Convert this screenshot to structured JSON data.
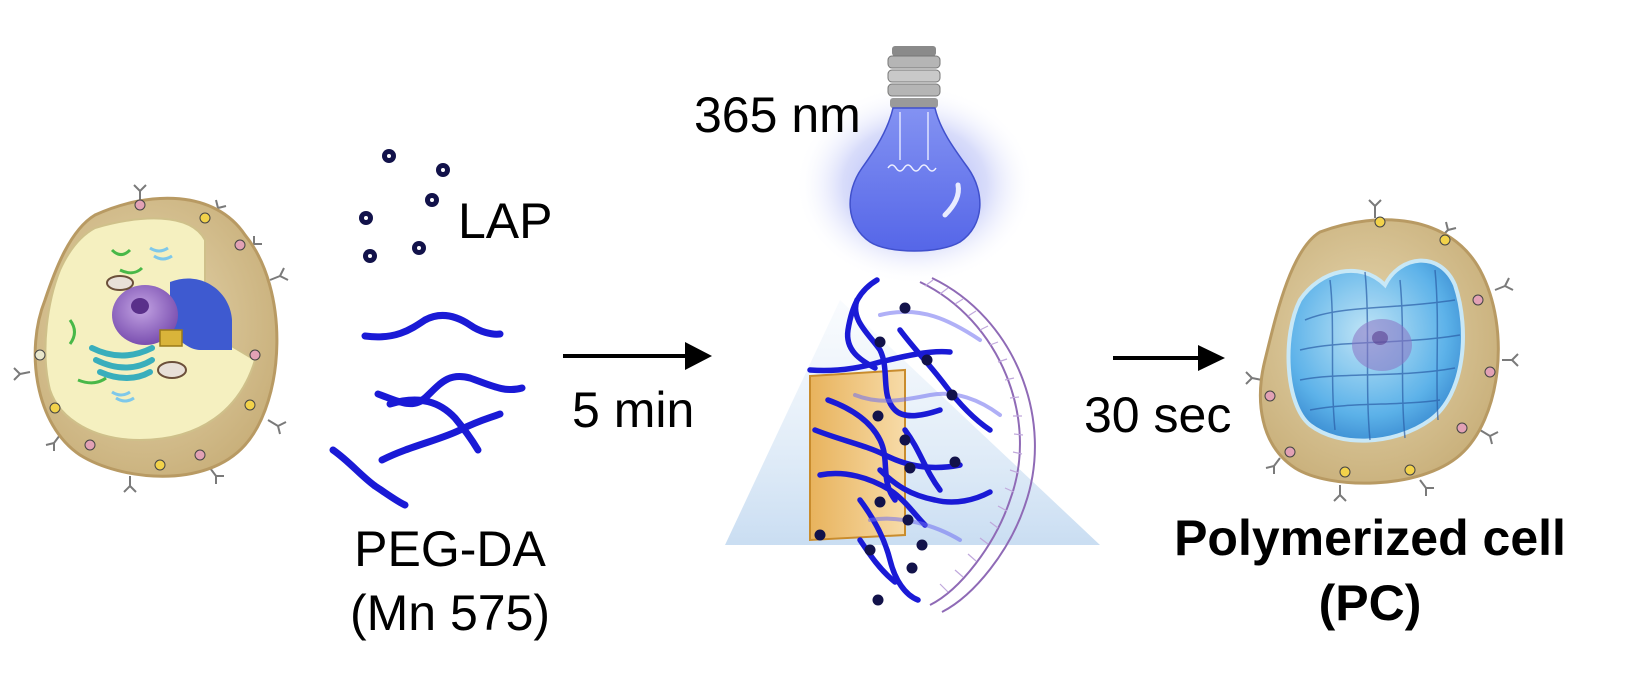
{
  "labels": {
    "lap": "LAP",
    "wavelength": "365 nm",
    "peg_line1": "PEG-DA",
    "peg_line2": "(Mn 575)",
    "step1_time": "5 min",
    "step2_time": "30 sec",
    "result_line1": "Polymerized cell",
    "result_line2": "(PC)"
  },
  "icons": [
    "eukaryotic-cell-icon",
    "lap-molecule-icon",
    "peg-da-chain-icon",
    "uv-lamp-icon",
    "hydrogel-network-icon",
    "polymerized-cell-icon",
    "arrow-right-icon"
  ],
  "colors": {
    "polymer": "#1a1ad6",
    "lap_dot": "#0d0d3a",
    "uv_glow": "#7f8cf2",
    "cell_membrane": "#d8c49a",
    "cytoplasm": "#f7f2c4",
    "gel": "#5fb8f0"
  }
}
